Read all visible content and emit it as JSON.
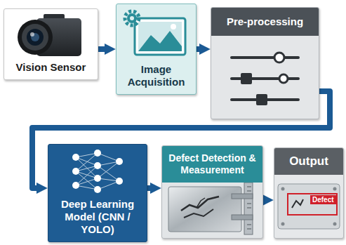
{
  "diagram": {
    "nodes": [
      {
        "text": [
          "Vision Sensor"
        ]
      },
      {
        "text": [
          "Image Acquisition"
        ]
      },
      {
        "text": [
          "Pre-processing"
        ]
      },
      {
        "text": [
          "Deep Learning Model (CNN / YOLO)"
        ]
      },
      {
        "text": [
          "Defect Detection & Measurement"
        ]
      },
      {
        "text": [
          "Output"
        ]
      }
    ],
    "edges": [
      {
        "from": 0,
        "to": 1,
        "arrow": "to"
      },
      {
        "from": 1,
        "to": 2,
        "arrow": "to"
      },
      {
        "from": 2,
        "to": 3,
        "arrow": "to"
      },
      {
        "from": 3,
        "to": 4,
        "arrow": "to"
      },
      {
        "from": 4,
        "to": 5,
        "arrow": "to"
      }
    ],
    "labels": [
      "Defect"
    ]
  }
}
